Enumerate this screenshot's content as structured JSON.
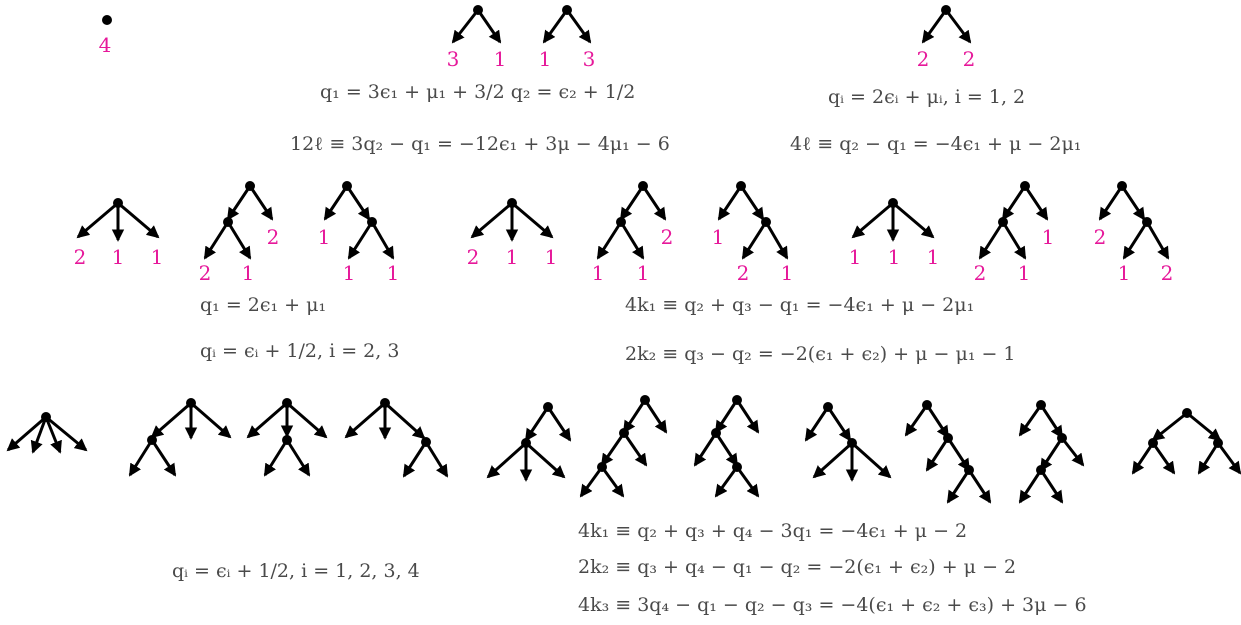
{
  "leaf_labels": {
    "r1": [
      "4",
      "3",
      "1",
      "1",
      "3",
      "2",
      "2"
    ],
    "r2": [
      "2",
      "1",
      "1",
      "2",
      "1",
      "2",
      "1",
      "1",
      "1",
      "2",
      "1",
      "1",
      "1",
      "1",
      "2",
      "1",
      "2",
      "1",
      "1",
      "1",
      "1",
      "2",
      "1",
      "1",
      "2",
      "1",
      "2"
    ]
  },
  "equations": {
    "eq1": "q₁ = 3ϵ₁ + μ₁ + 3/2     q₂ = ϵ₂ + 1/2",
    "eq2": "12ℓ ≡ 3q₂ − q₁ = −12ϵ₁ + 3μ − 4μ₁ − 6",
    "eq3": "qᵢ = 2ϵᵢ + μᵢ,    i = 1, 2",
    "eq4": "4ℓ ≡ q₂ − q₁ = −4ϵ₁ + μ − 2μ₁",
    "eq5": "q₁ = 2ϵ₁ + μ₁",
    "eq6": "qᵢ = ϵᵢ + 1/2,    i = 2, 3",
    "eq7": "4k₁ ≡ q₂ + q₃ − q₁ = −4ϵ₁ + μ − 2μ₁",
    "eq8": "2k₂ ≡ q₃ − q₂ = −2(ϵ₁ + ϵ₂) + μ − μ₁ − 1",
    "eq9": "qᵢ = ϵᵢ + 1/2,    i = 1, 2, 3, 4",
    "eq10": "4k₁ ≡ q₂ + q₃ + q₄ − 3q₁ = −4ϵ₁ + μ − 2",
    "eq11": "2k₂ ≡ q₃ + q₄ − q₁ − q₂ = −2(ϵ₁ + ϵ₂) + μ − 2",
    "eq12": "4k₃ ≡ 3q₄ − q₁ − q₂ − q₃ = −4(ϵ₁ + ϵ₂ + ϵ₃) + 3μ − 6"
  },
  "colors": {
    "label": "#e6189a",
    "edge": "#000000",
    "equation": "#4a4a4a"
  }
}
